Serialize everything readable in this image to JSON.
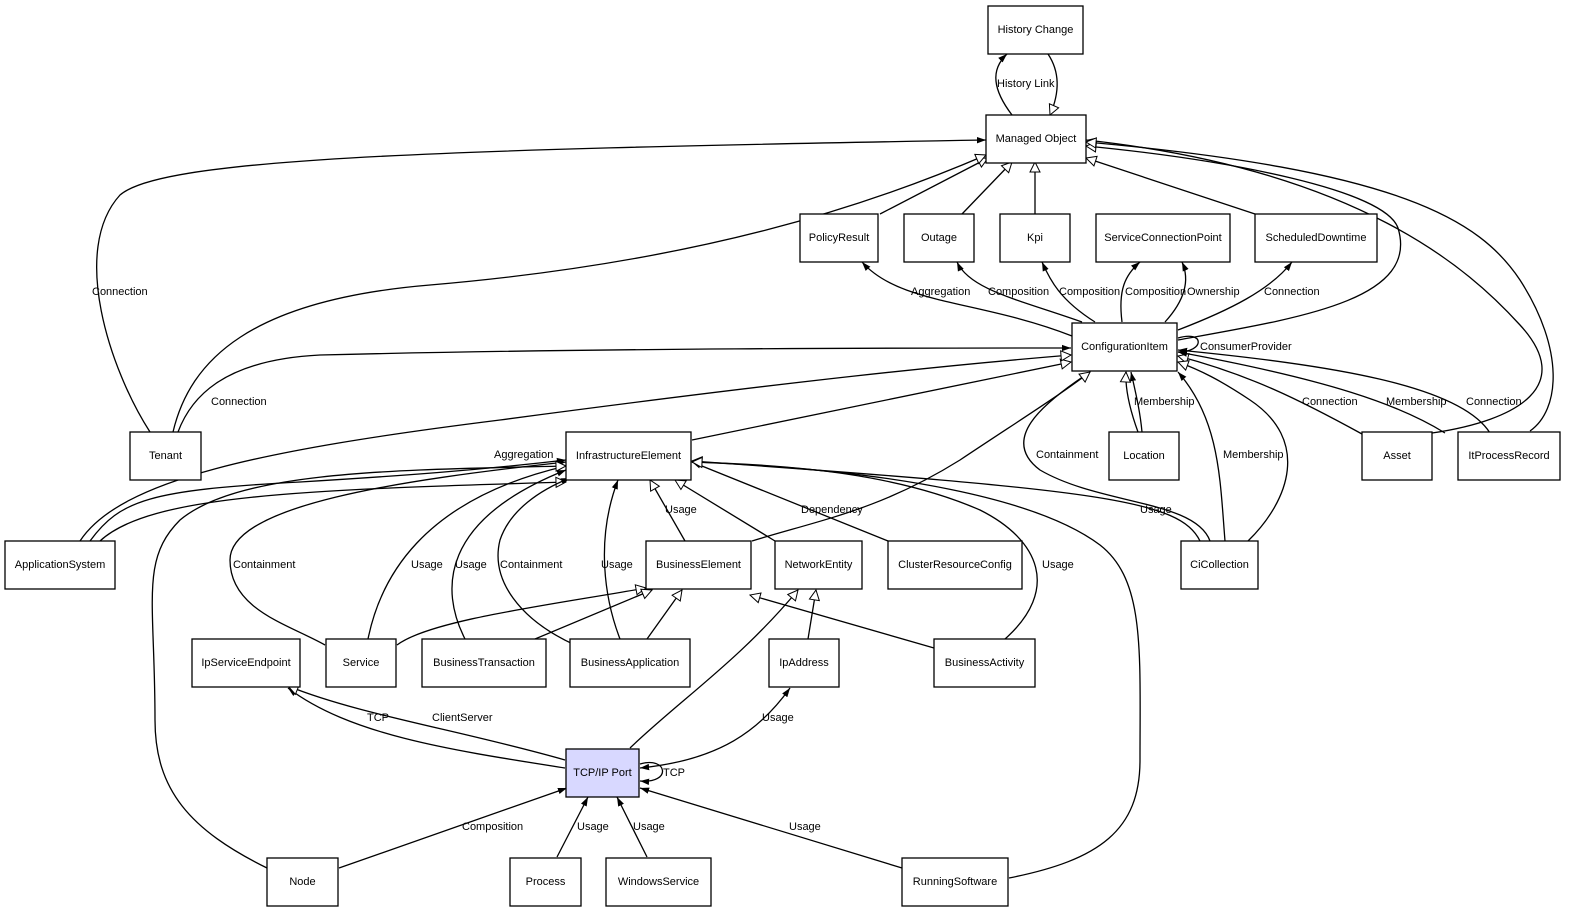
{
  "nodes": [
    {
      "id": "history_change",
      "label": "History Change"
    },
    {
      "id": "managed_object",
      "label": "Managed Object"
    },
    {
      "id": "policy_result",
      "label": "PolicyResult"
    },
    {
      "id": "outage",
      "label": "Outage"
    },
    {
      "id": "kpi",
      "label": "Kpi"
    },
    {
      "id": "service_connection_point",
      "label": "ServiceConnectionPoint"
    },
    {
      "id": "scheduled_downtime",
      "label": "ScheduledDowntime"
    },
    {
      "id": "configuration_item",
      "label": "ConfigurationItem"
    },
    {
      "id": "tenant",
      "label": "Tenant"
    },
    {
      "id": "infrastructure_element",
      "label": "InfrastructureElement"
    },
    {
      "id": "location",
      "label": "Location"
    },
    {
      "id": "asset",
      "label": "Asset"
    },
    {
      "id": "it_process_record",
      "label": "ItProcessRecord"
    },
    {
      "id": "application_system",
      "label": "ApplicationSystem"
    },
    {
      "id": "business_element",
      "label": "BusinessElement"
    },
    {
      "id": "network_entity",
      "label": "NetworkEntity"
    },
    {
      "id": "cluster_resource_config",
      "label": "ClusterResourceConfig"
    },
    {
      "id": "ci_collection",
      "label": "CiCollection"
    },
    {
      "id": "ip_service_endpoint",
      "label": "IpServiceEndpoint"
    },
    {
      "id": "service",
      "label": "Service"
    },
    {
      "id": "business_transaction",
      "label": "BusinessTransaction"
    },
    {
      "id": "business_application",
      "label": "BusinessApplication"
    },
    {
      "id": "ip_address",
      "label": "IpAddress"
    },
    {
      "id": "business_activity",
      "label": "BusinessActivity"
    },
    {
      "id": "tcp_ip_port",
      "label": "TCP/IP Port",
      "highlight": true
    },
    {
      "id": "node",
      "label": "Node"
    },
    {
      "id": "process",
      "label": "Process"
    },
    {
      "id": "windows_service",
      "label": "WindowsService"
    },
    {
      "id": "running_software",
      "label": "RunningSoftware"
    }
  ],
  "edge_labels": [
    {
      "id": "history_link",
      "text": "History Link"
    },
    {
      "id": "tenant_connection_mo",
      "text": "Connection"
    },
    {
      "id": "tenant_connection_ci",
      "text": "Connection"
    },
    {
      "id": "ci_aggregation_policy",
      "text": "Aggregation"
    },
    {
      "id": "ci_composition_outage",
      "text": "Composition"
    },
    {
      "id": "ci_composition_kpi",
      "text": "Composition"
    },
    {
      "id": "ci_composition_scp",
      "text": "Composition"
    },
    {
      "id": "ci_ownership_scp",
      "text": "Ownership"
    },
    {
      "id": "ci_connection_sd",
      "text": "Connection"
    },
    {
      "id": "ci_consumer_provider",
      "text": "ConsumerProvider"
    },
    {
      "id": "location_membership",
      "text": "Membership"
    },
    {
      "id": "asset_connection",
      "text": "Connection"
    },
    {
      "id": "itpr_membership",
      "text": "Membership"
    },
    {
      "id": "itpr_connection",
      "text": "Connection"
    },
    {
      "id": "cicoll_containment",
      "text": "Containment"
    },
    {
      "id": "cicoll_membership",
      "text": "Membership"
    },
    {
      "id": "cicoll_usage",
      "text": "Usage"
    },
    {
      "id": "appsys_aggregation",
      "text": "Aggregation"
    },
    {
      "id": "be_usage",
      "text": "Usage"
    },
    {
      "id": "crc_dependency",
      "text": "Dependency"
    },
    {
      "id": "service_containment",
      "text": "Containment"
    },
    {
      "id": "service_usage",
      "text": "Usage"
    },
    {
      "id": "bt_usage",
      "text": "Usage"
    },
    {
      "id": "ba_containment",
      "text": "Containment"
    },
    {
      "id": "ba_usage",
      "text": "Usage"
    },
    {
      "id": "bact_usage",
      "text": "Usage"
    },
    {
      "id": "tcp_tcp",
      "text": "TCP"
    },
    {
      "id": "tcp_clientserver",
      "text": "ClientServer"
    },
    {
      "id": "tcp_self",
      "text": "TCP"
    },
    {
      "id": "ipaddr_usage",
      "text": "Usage"
    },
    {
      "id": "node_composition",
      "text": "Composition"
    },
    {
      "id": "process_usage",
      "text": "Usage"
    },
    {
      "id": "ws_usage",
      "text": "Usage"
    },
    {
      "id": "rs_usage",
      "text": "Usage"
    }
  ]
}
